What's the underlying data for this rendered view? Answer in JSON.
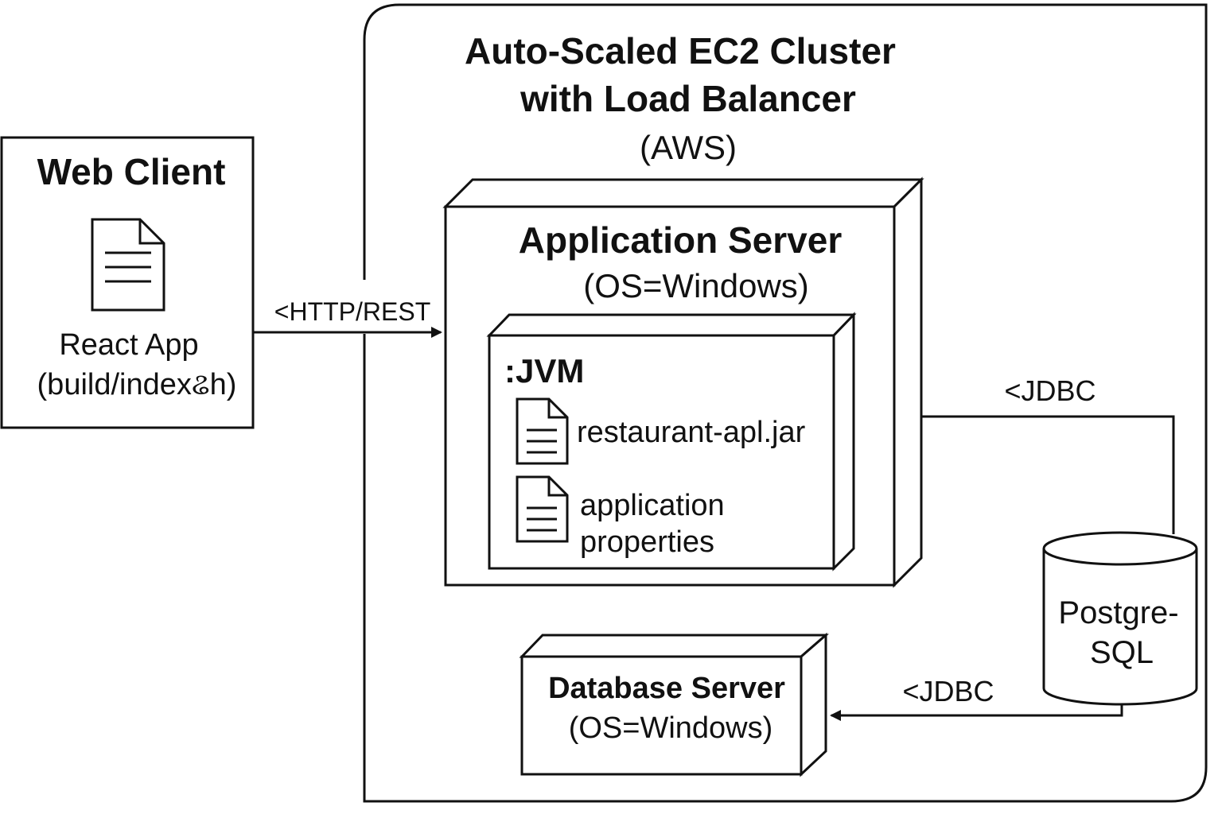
{
  "cluster": {
    "title_line1": "Auto-Scaled EC2 Cluster",
    "title_line2": "with Load Balancer",
    "title_line3": "(AWS)"
  },
  "web_client": {
    "title": "Web Client",
    "app_line1": "React App",
    "app_line2": "(build/indexଌh)"
  },
  "connections": {
    "http": "<HTTP/REST",
    "jdbc_top": "<JDBC",
    "jdbc_bottom": "<JDBC"
  },
  "app_server": {
    "title": "Application Server",
    "os": "(OS=Windows)"
  },
  "jvm": {
    "title": ":JVM",
    "artifact1": "restaurant-apl.jar",
    "artifact2_line1": "application",
    "artifact2_line2": "properties"
  },
  "database": {
    "line1": "Postgre-",
    "line2": "SQL"
  },
  "db_server": {
    "title": "Database Server",
    "os": "(OS=Windows)"
  }
}
